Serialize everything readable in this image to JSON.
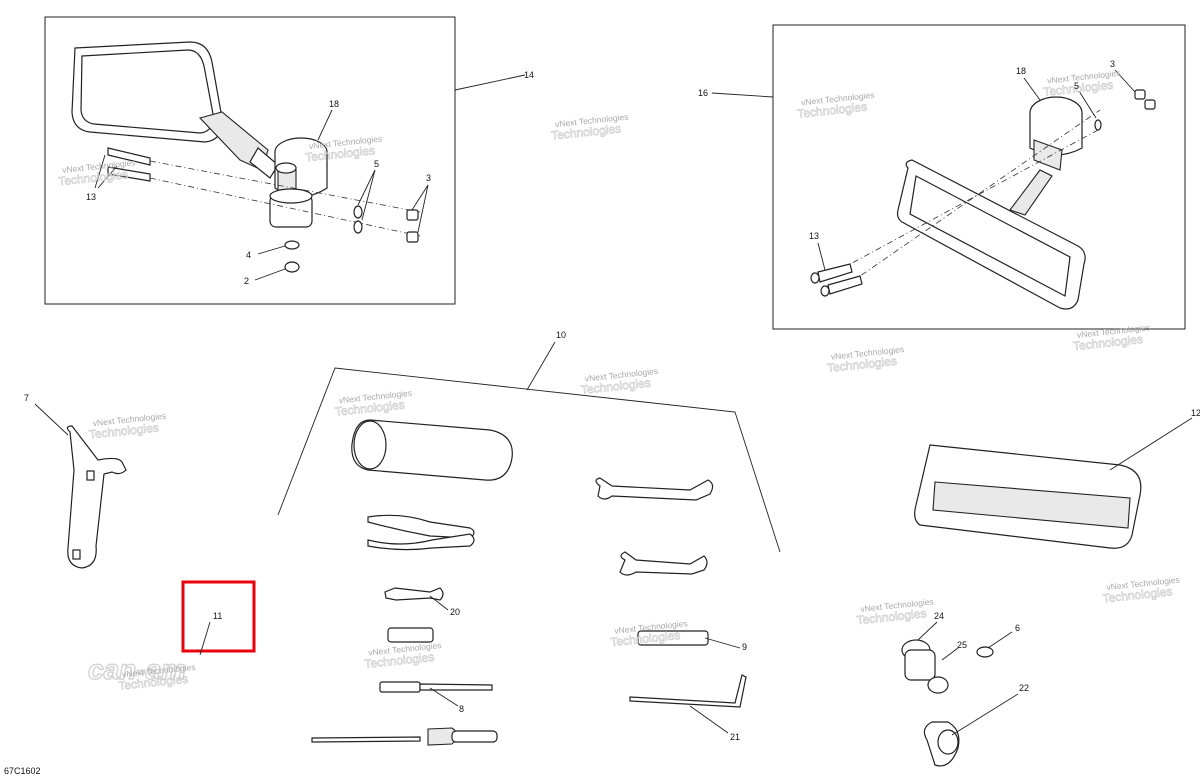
{
  "diagram_code": "67C1602",
  "watermark": {
    "line1": "vNext Technologies",
    "line2": "Technologies"
  },
  "logo_text": "can-am",
  "callouts": {
    "c14": "14",
    "c18a": "18",
    "c13a": "13",
    "c5a": "5",
    "c3a": "3",
    "c4": "4",
    "c2": "2",
    "c16": "16",
    "c18b": "18",
    "c5b": "5",
    "c3b": "3",
    "c13b": "13",
    "c10": "10",
    "c7": "7",
    "c11": "11",
    "c12": "12",
    "c20": "20",
    "c9": "9",
    "c8": "8",
    "c21": "21",
    "c24": "24",
    "c25": "25",
    "c6": "6",
    "c22": "22"
  },
  "highlight": {
    "color": "#e8000d",
    "target": "11"
  }
}
